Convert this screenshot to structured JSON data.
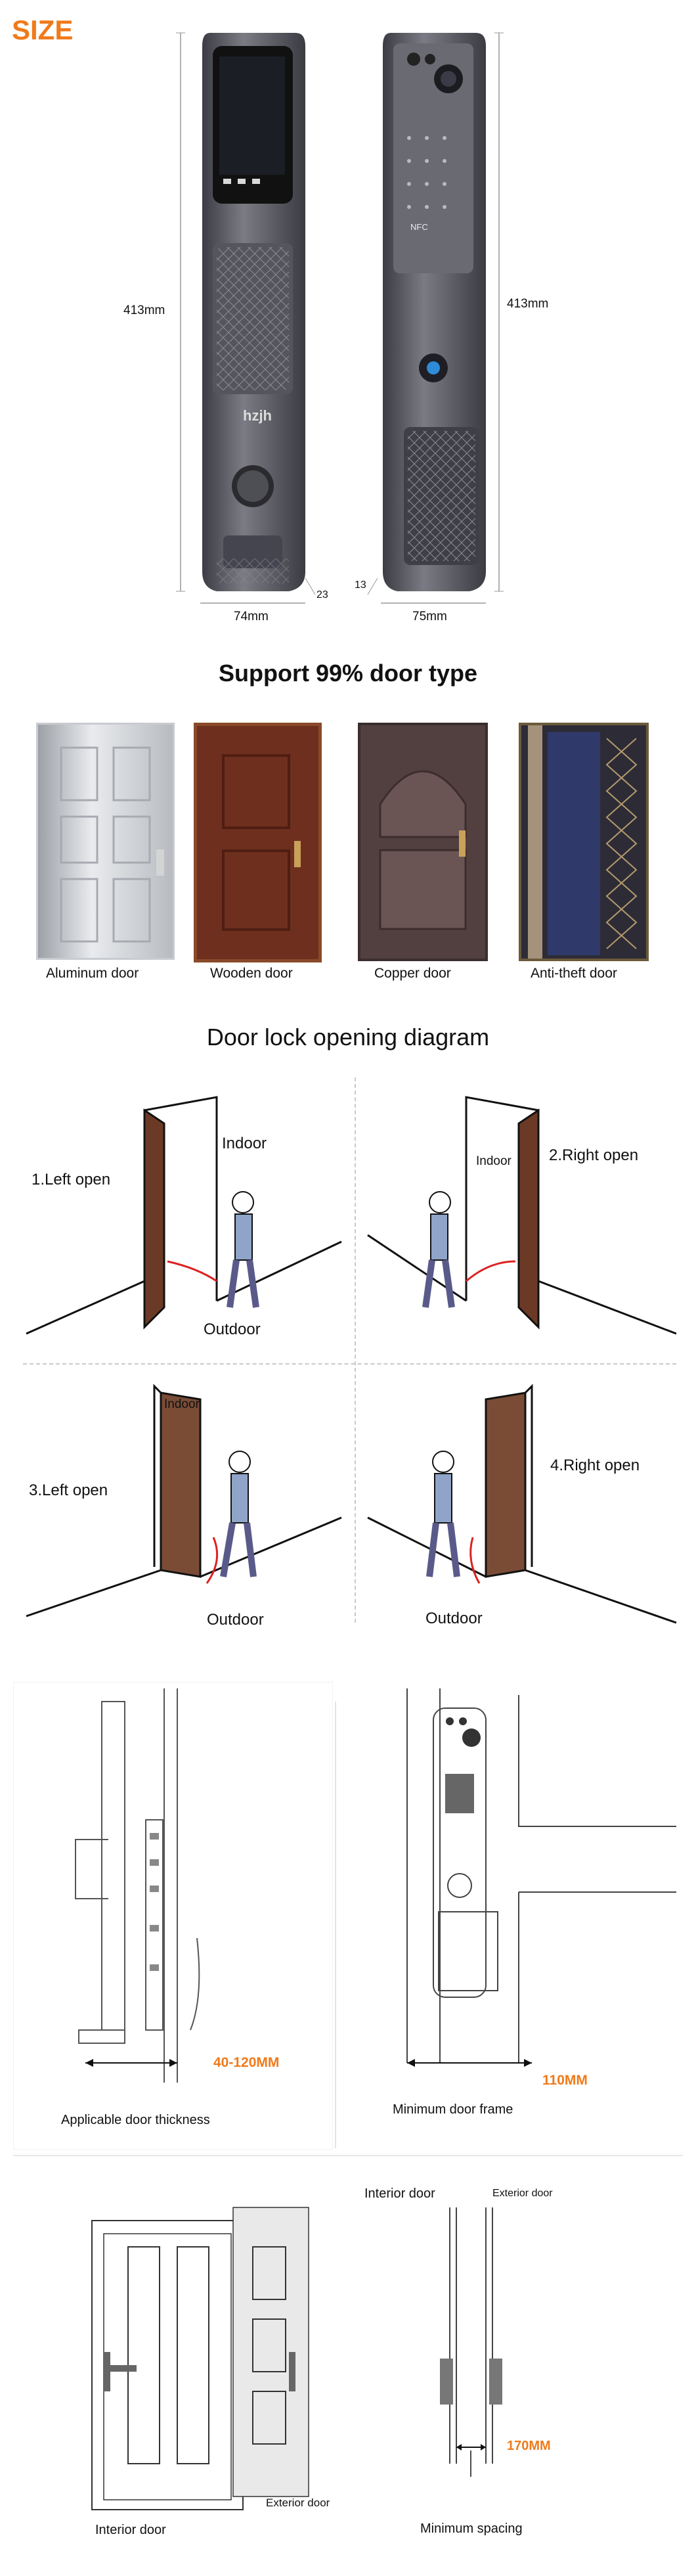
{
  "size_section": {
    "title": "SIZE",
    "front_height": "413mm",
    "back_height": "413mm",
    "front_width": "74mm",
    "back_width": "75mm",
    "front_depth": "23",
    "back_depth": "13",
    "brand": "hzjh",
    "nfc": "NFC"
  },
  "door_types": {
    "title": "Support 99% door type",
    "items": [
      {
        "label": "Aluminum door"
      },
      {
        "label": "Wooden door"
      },
      {
        "label": "Copper door"
      },
      {
        "label": "Anti-theft door"
      }
    ]
  },
  "opening": {
    "title": "Door lock opening diagram",
    "q1": {
      "label": "1.Left open",
      "indoor": "Indoor",
      "outdoor": "Outdoor"
    },
    "q2": {
      "label": "2.Right open",
      "indoor": "Indoor"
    },
    "q3": {
      "label": "3.Left open",
      "indoor": "Indoor",
      "outdoor": "Outdoor"
    },
    "q4": {
      "label": "4.Right open",
      "outdoor": "Outdoor"
    }
  },
  "installation": {
    "thickness_value": "40-120MM",
    "thickness_caption": "Applicable door thickness",
    "frame_value": "110MM",
    "frame_caption": "Minimum door frame",
    "interior_door": "Interior door",
    "exterior_door": "Exterior door",
    "interior_door_2": "Interior door",
    "exterior_door_2": "Exterior door",
    "spacing_value": "170MM",
    "spacing_caption": "Minimum spacing"
  },
  "colors": {
    "accent": "#f07a1a",
    "lock_body": "#5e5e66",
    "wood": "#6b3a26",
    "copper": "#5a4540"
  }
}
